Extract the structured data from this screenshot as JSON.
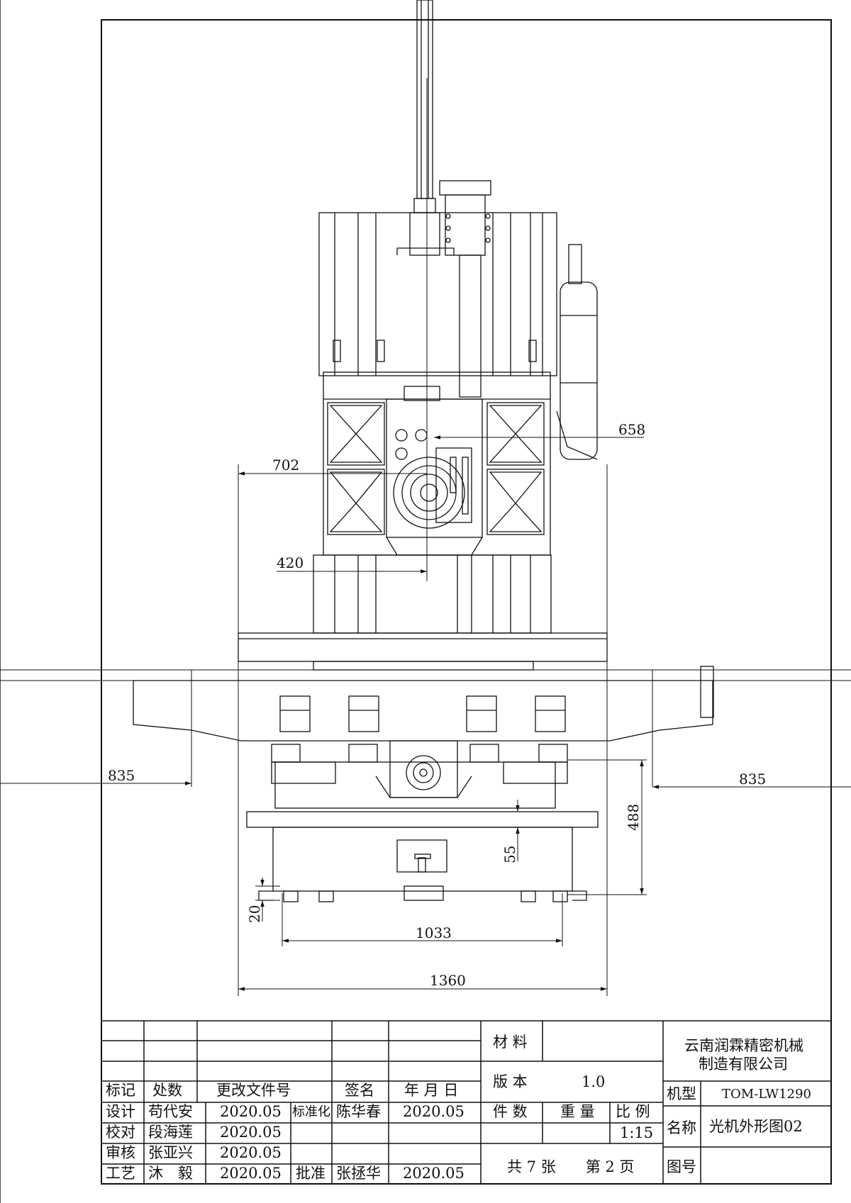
{
  "dimensions": {
    "d658": "658",
    "d702": "702",
    "d420": "420",
    "d835_left": "835",
    "d835_right": "835",
    "d488": "488",
    "d55": "55",
    "d20": "20",
    "d1033": "1033",
    "d1360": "1360"
  },
  "title_block": {
    "headers": {
      "biaoji": "标记",
      "chushu": "处数",
      "genggai": "更改文件号",
      "qianming": "签名",
      "nianyueri": "年 月 日"
    },
    "rows": [
      {
        "role": "设计",
        "name": "苟代安",
        "date": "2020.05",
        "role2": "标准化",
        "name2": "陈华春",
        "date2": "2020.05"
      },
      {
        "role": "校对",
        "name": "段海莲",
        "date": "2020.05",
        "role2": "",
        "name2": "",
        "date2": ""
      },
      {
        "role": "审核",
        "name": "张亚兴",
        "date": "2020.05",
        "role2": "",
        "name2": "",
        "date2": ""
      },
      {
        "role": "工艺",
        "name": "沐　毅",
        "date": "2020.05",
        "role2": "批准",
        "name2": "张拯华",
        "date2": "2020.05"
      }
    ],
    "material_label": "材 料",
    "material_value": "",
    "version_label": "版 本",
    "version_value": "1.0",
    "qty_label": "件 数",
    "weight_label": "重 量",
    "scale_label": "比 例",
    "scale_value": "1:15",
    "sheet_info": "共 7 张　　第 2 页",
    "company": [
      "云南润霖精密机械",
      "制造有限公司"
    ],
    "model_label": "机型",
    "model_value": "TOM-LW1290",
    "name_label": "名称",
    "name_value": "光机外形图02",
    "drawing_no_label": "图号",
    "drawing_no_value": ""
  }
}
